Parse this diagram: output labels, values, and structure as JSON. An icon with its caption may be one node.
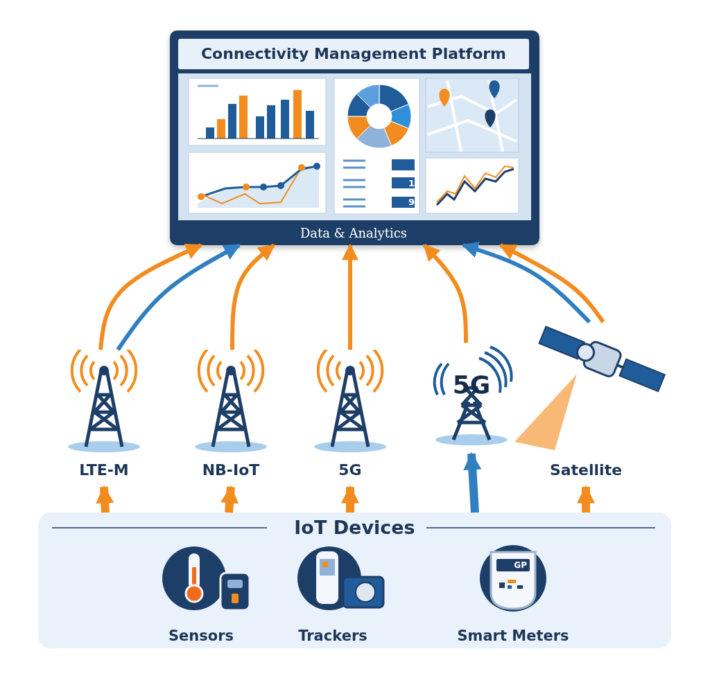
{
  "diagram": {
    "nodes": [
      {
        "text": [
          "Connectivity Management Platform",
          "Data & Analytics"
        ]
      },
      {
        "text": [
          "LTE-M"
        ]
      },
      {
        "text": [
          "NB-IoT"
        ]
      },
      {
        "text": [
          "5G"
        ]
      },
      {
        "text": [
          "5G"
        ]
      },
      {
        "text": [
          "Satellite"
        ]
      },
      {
        "text": [
          "IoT Devices"
        ]
      },
      {
        "text": [
          "Sensors"
        ],
        "in": 6
      },
      {
        "text": [
          "Trackers"
        ],
        "in": 6
      },
      {
        "text": [
          "Smart Meters"
        ],
        "in": 6
      }
    ],
    "edges": [
      {
        "from": 1,
        "to": 0,
        "arrow": "to"
      },
      {
        "from": 1,
        "to": 0,
        "arrow": "to",
        "color": "#2f7fc1"
      },
      {
        "from": 2,
        "to": 0,
        "arrow": "to"
      },
      {
        "from": 3,
        "to": 0,
        "arrow": "to"
      },
      {
        "from": 4,
        "to": 0,
        "arrow": "to"
      },
      {
        "from": 5,
        "to": 0,
        "arrow": "to",
        "color": "#2f7fc1"
      },
      {
        "from": 5,
        "to": 0,
        "arrow": "to"
      },
      {
        "from": 6,
        "to": 1,
        "arrow": "to",
        "style": "thick"
      },
      {
        "from": 6,
        "to": 2,
        "arrow": "to",
        "style": "thick"
      },
      {
        "from": 6,
        "to": 3,
        "arrow": "to",
        "style": "thick"
      },
      {
        "from": 6,
        "to": 4,
        "arrow": "to",
        "style": "thick",
        "color": "#2f7fc1"
      },
      {
        "from": 6,
        "to": 5,
        "arrow": "to",
        "style": "thick"
      }
    ],
    "labels": [
      "1",
      "9",
      "GP"
    ]
  }
}
